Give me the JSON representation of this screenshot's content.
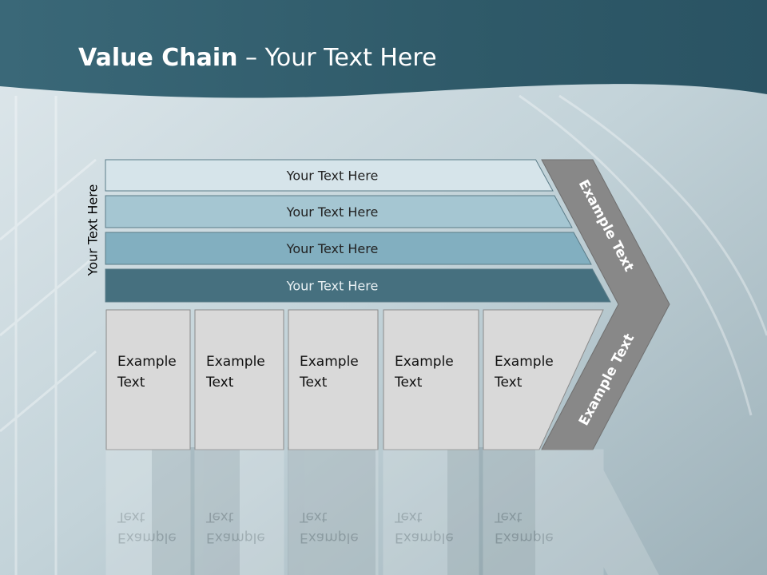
{
  "slide": {
    "title_bold": "Value Chain",
    "title_rest": " – Your Text Here",
    "vertical_label": "Your Text Here"
  },
  "bars": [
    {
      "label": "Your Text Here",
      "fill": "#d6e4ea",
      "text_color": "#222222"
    },
    {
      "label": "Your Text Here",
      "fill": "#a5c6d2",
      "text_color": "#222222"
    },
    {
      "label": "Your Text Here",
      "fill": "#82afc0",
      "text_color": "#222222"
    },
    {
      "label": "Your Text Here",
      "fill": "#46707f",
      "text_color": "#e8f0f3"
    }
  ],
  "boxes": [
    {
      "line1": "Example",
      "line2": "Text"
    },
    {
      "line1": "Example",
      "line2": "Text"
    },
    {
      "line1": "Example",
      "line2": "Text"
    },
    {
      "line1": "Example",
      "line2": "Text"
    },
    {
      "line1": "Example",
      "line2": "Text"
    }
  ],
  "arrow": {
    "upper_label": "Example Text",
    "lower_label": "Example Text",
    "fill": "#888888"
  },
  "colors": {
    "header": "#2f5f6f",
    "box_fill": "#d9d9d9",
    "box_border": "#8a8a8a"
  }
}
